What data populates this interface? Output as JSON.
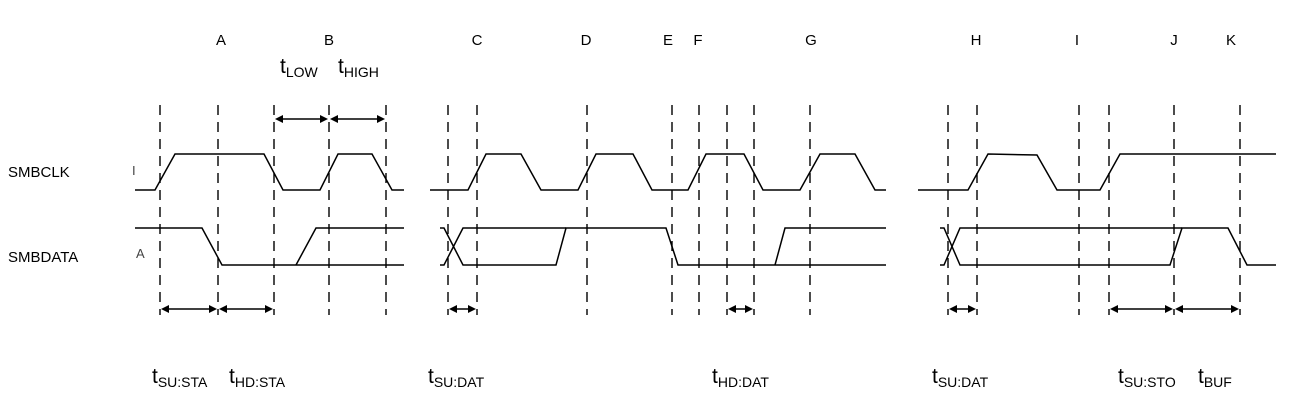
{
  "signals": [
    {
      "id": "clk",
      "label": "SMBCLK"
    },
    {
      "id": "data",
      "label": "SMBDATA"
    }
  ],
  "events": [
    "A",
    "B",
    "C",
    "D",
    "E",
    "F",
    "G",
    "H",
    "I",
    "J",
    "K"
  ],
  "timing": {
    "t_low": {
      "main": "t",
      "sub": "LOW"
    },
    "t_high": {
      "main": "t",
      "sub": "HIGH"
    },
    "t_su_sta": {
      "main": "t",
      "sub": "SU:STA"
    },
    "t_hd_sta": {
      "main": "t",
      "sub": "HD:STA"
    },
    "t_su_dat1": {
      "main": "t",
      "sub": "SU:DAT"
    },
    "t_hd_dat": {
      "main": "t",
      "sub": "HD:DAT"
    },
    "t_su_dat2": {
      "main": "t",
      "sub": "SU:DAT"
    },
    "t_su_sto": {
      "main": "t",
      "sub": "SU:STO"
    },
    "t_buf": {
      "main": "t",
      "sub": "BUF"
    }
  },
  "fragments": {
    "clk_stub": "I",
    "data_stub": "A"
  }
}
